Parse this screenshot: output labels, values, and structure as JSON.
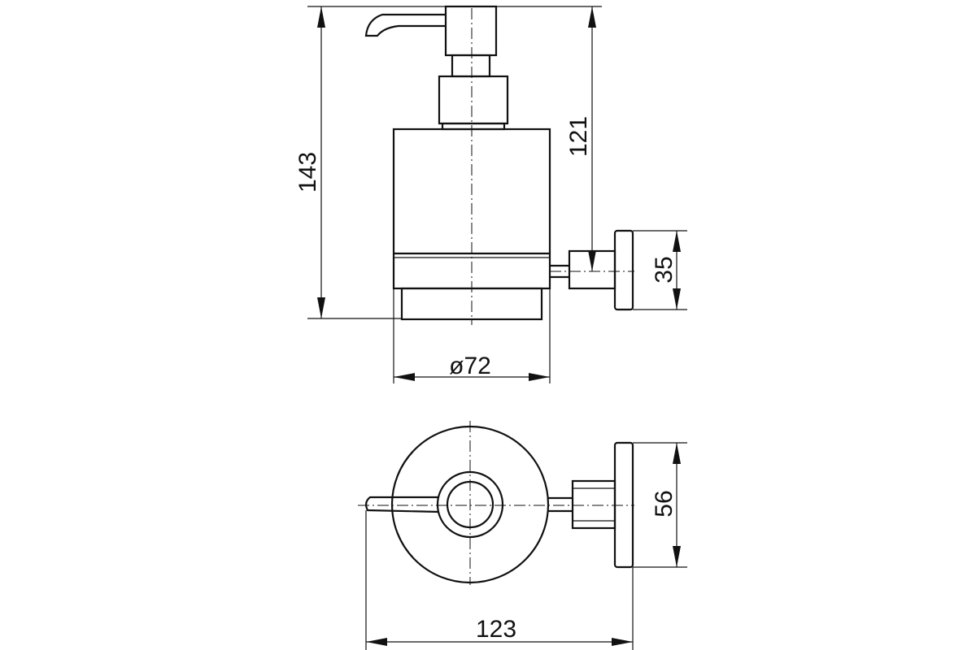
{
  "dimensions": {
    "total_height": "143",
    "pump_height": "121",
    "bracket_height": "35",
    "diameter": "ø72",
    "plate_diameter": "56",
    "total_depth": "123"
  },
  "colors": {
    "line": "#111111",
    "background": "#ffffff"
  }
}
